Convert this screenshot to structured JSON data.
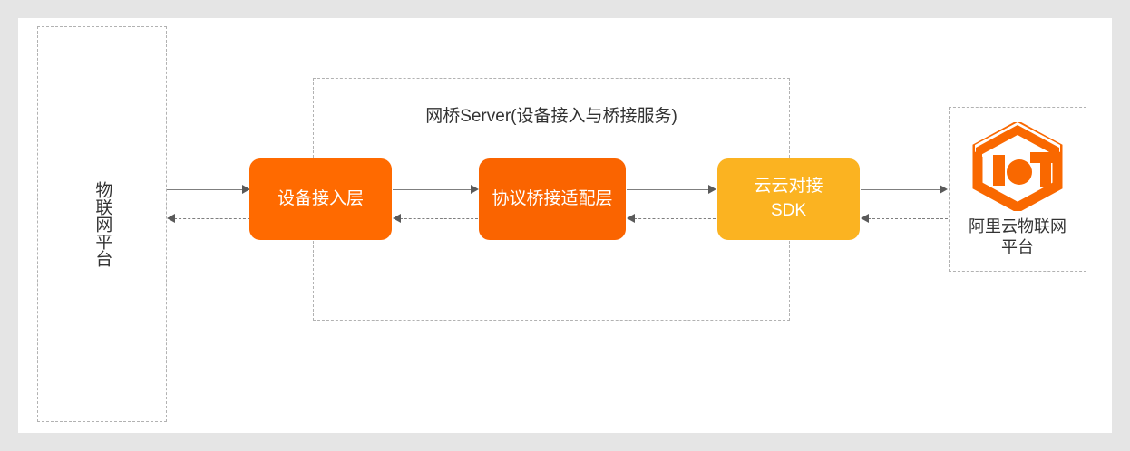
{
  "diagram": {
    "title": "网桥Server(设备接入与桥接服务)",
    "left_platform": {
      "label": "物联网平台"
    },
    "bridge_server": {
      "title": "网桥Server(设备接入与桥接服务)",
      "boxes": [
        {
          "id": "device-access",
          "label": "设备接入层",
          "color": "#ff6a00"
        },
        {
          "id": "protocol-adapter",
          "label": "协议桥接适配层",
          "color": "#fa6400"
        },
        {
          "id": "cloud-sdk",
          "label": "云云对接\nSDK",
          "label_line1": "云云对接",
          "label_line2": "SDK",
          "color": "#fbb321"
        }
      ]
    },
    "cloud_platform": {
      "label_line1": "阿里云物联网",
      "label_line2": "平台",
      "logo_name": "iot-hexagon-logo",
      "logo_color": "#f96800"
    },
    "connectors": [
      {
        "from": "left-platform",
        "to": "device-access",
        "style": "solid",
        "direction": "right"
      },
      {
        "from": "device-access",
        "to": "left-platform",
        "style": "dashed",
        "direction": "left"
      },
      {
        "from": "device-access",
        "to": "protocol-adapter",
        "style": "solid",
        "direction": "right"
      },
      {
        "from": "protocol-adapter",
        "to": "device-access",
        "style": "dashed",
        "direction": "left"
      },
      {
        "from": "protocol-adapter",
        "to": "cloud-sdk",
        "style": "solid",
        "direction": "right"
      },
      {
        "from": "cloud-sdk",
        "to": "protocol-adapter",
        "style": "dashed",
        "direction": "left"
      },
      {
        "from": "cloud-sdk",
        "to": "cloud-platform",
        "style": "solid",
        "direction": "right"
      },
      {
        "from": "cloud-platform",
        "to": "cloud-sdk",
        "style": "dashed",
        "direction": "left"
      }
    ],
    "colors": {
      "page_background": "#e5e5e5",
      "canvas_background": "#ffffff",
      "dashed_border": "#b2b2b2",
      "connector": "#7f7f7f",
      "text": "#333333",
      "orange": "#ff6a00",
      "amber": "#fbb321"
    }
  }
}
